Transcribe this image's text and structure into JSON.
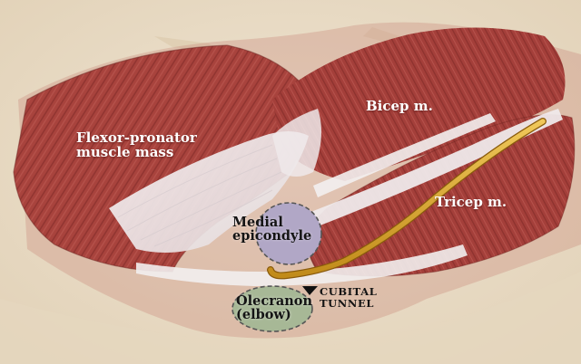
{
  "labels": {
    "flexor": "Flexor-pronator\nmuscle mass",
    "bicep": "Bicep m.",
    "tricep": "Tricep m.",
    "medial": "Medial\nepicondyle",
    "olecranon": "Olecranon\n(elbow)",
    "cubital": "CUBITAL\nTUNNEL"
  },
  "icons": {
    "pointer": "triangle-down-pointer"
  },
  "colors": {
    "background": "#e9dcc6",
    "muscle": "#a8433d",
    "muscle_dark": "#7e2a26",
    "tendon": "#f1ecee",
    "nerve": "#d9a528",
    "medial_epicondyle": "#b1a7c6",
    "olecranon": "#a7b896",
    "outline_dash": "#555555"
  }
}
